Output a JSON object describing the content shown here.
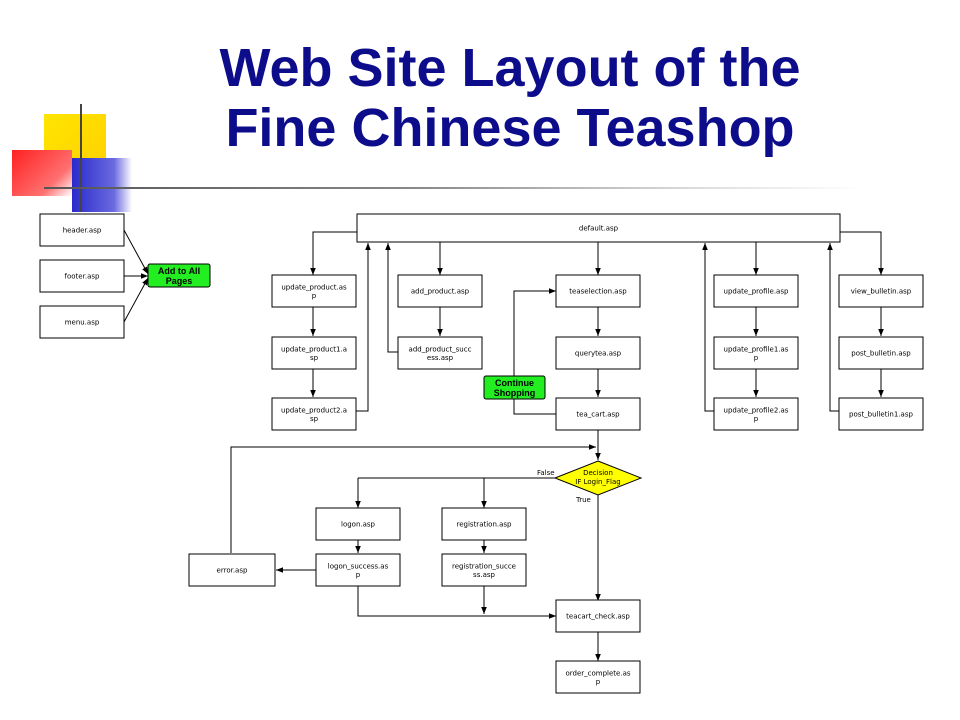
{
  "title": {
    "line1": "Web Site Layout of the",
    "line2": "Fine Chinese Teashop"
  },
  "colors": {
    "title": "#0d0d8c",
    "accent_green": "#22ee22",
    "decision_yellow": "#ffff00",
    "deco_yellow": "#ffd700",
    "deco_blue": "#3333cc",
    "deco_red": "#ff3333"
  },
  "nodes": {
    "header": [
      "header.asp"
    ],
    "footer": [
      "footer.asp"
    ],
    "menu": [
      "menu.asp"
    ],
    "default": [
      "default.asp"
    ],
    "update_product": [
      "update_product.as",
      "p"
    ],
    "update_product1": [
      "update_product1.a",
      "sp"
    ],
    "update_product2": [
      "update_product2.a",
      "sp"
    ],
    "add_product": [
      "add_product.asp"
    ],
    "add_product_success": [
      "add_product_succ",
      "ess.asp"
    ],
    "teaselection": [
      "teaselection.asp"
    ],
    "querytea": [
      "querytea.asp"
    ],
    "tea_cart": [
      "tea_cart.asp"
    ],
    "update_profile": [
      "update_profile.asp"
    ],
    "update_profile1": [
      "update_profile1.as",
      "p"
    ],
    "update_profile2": [
      "update_profile2.as",
      "p"
    ],
    "view_bulletin": [
      "view_bulletin.asp"
    ],
    "post_bulletin": [
      "post_bulletin.asp"
    ],
    "post_bulletin1": [
      "post_bulletin1.asp"
    ],
    "logon": [
      "logon.asp"
    ],
    "logon_success": [
      "logon_success.as",
      "p"
    ],
    "registration": [
      "registration.asp"
    ],
    "registration_success": [
      "registration_succe",
      "ss.asp"
    ],
    "error": [
      "error.asp"
    ],
    "teacart_check": [
      "teacart_check.asp"
    ],
    "order_complete": [
      "order_complete.as",
      "p"
    ]
  },
  "callouts": {
    "add_to_all": [
      "Add to All",
      "Pages"
    ],
    "continue_shopping": [
      "Continue",
      "Shopping"
    ]
  },
  "decision": {
    "lines": [
      "Decision",
      "IF Login_Flag"
    ],
    "false_label": "False",
    "true_label": "True"
  }
}
